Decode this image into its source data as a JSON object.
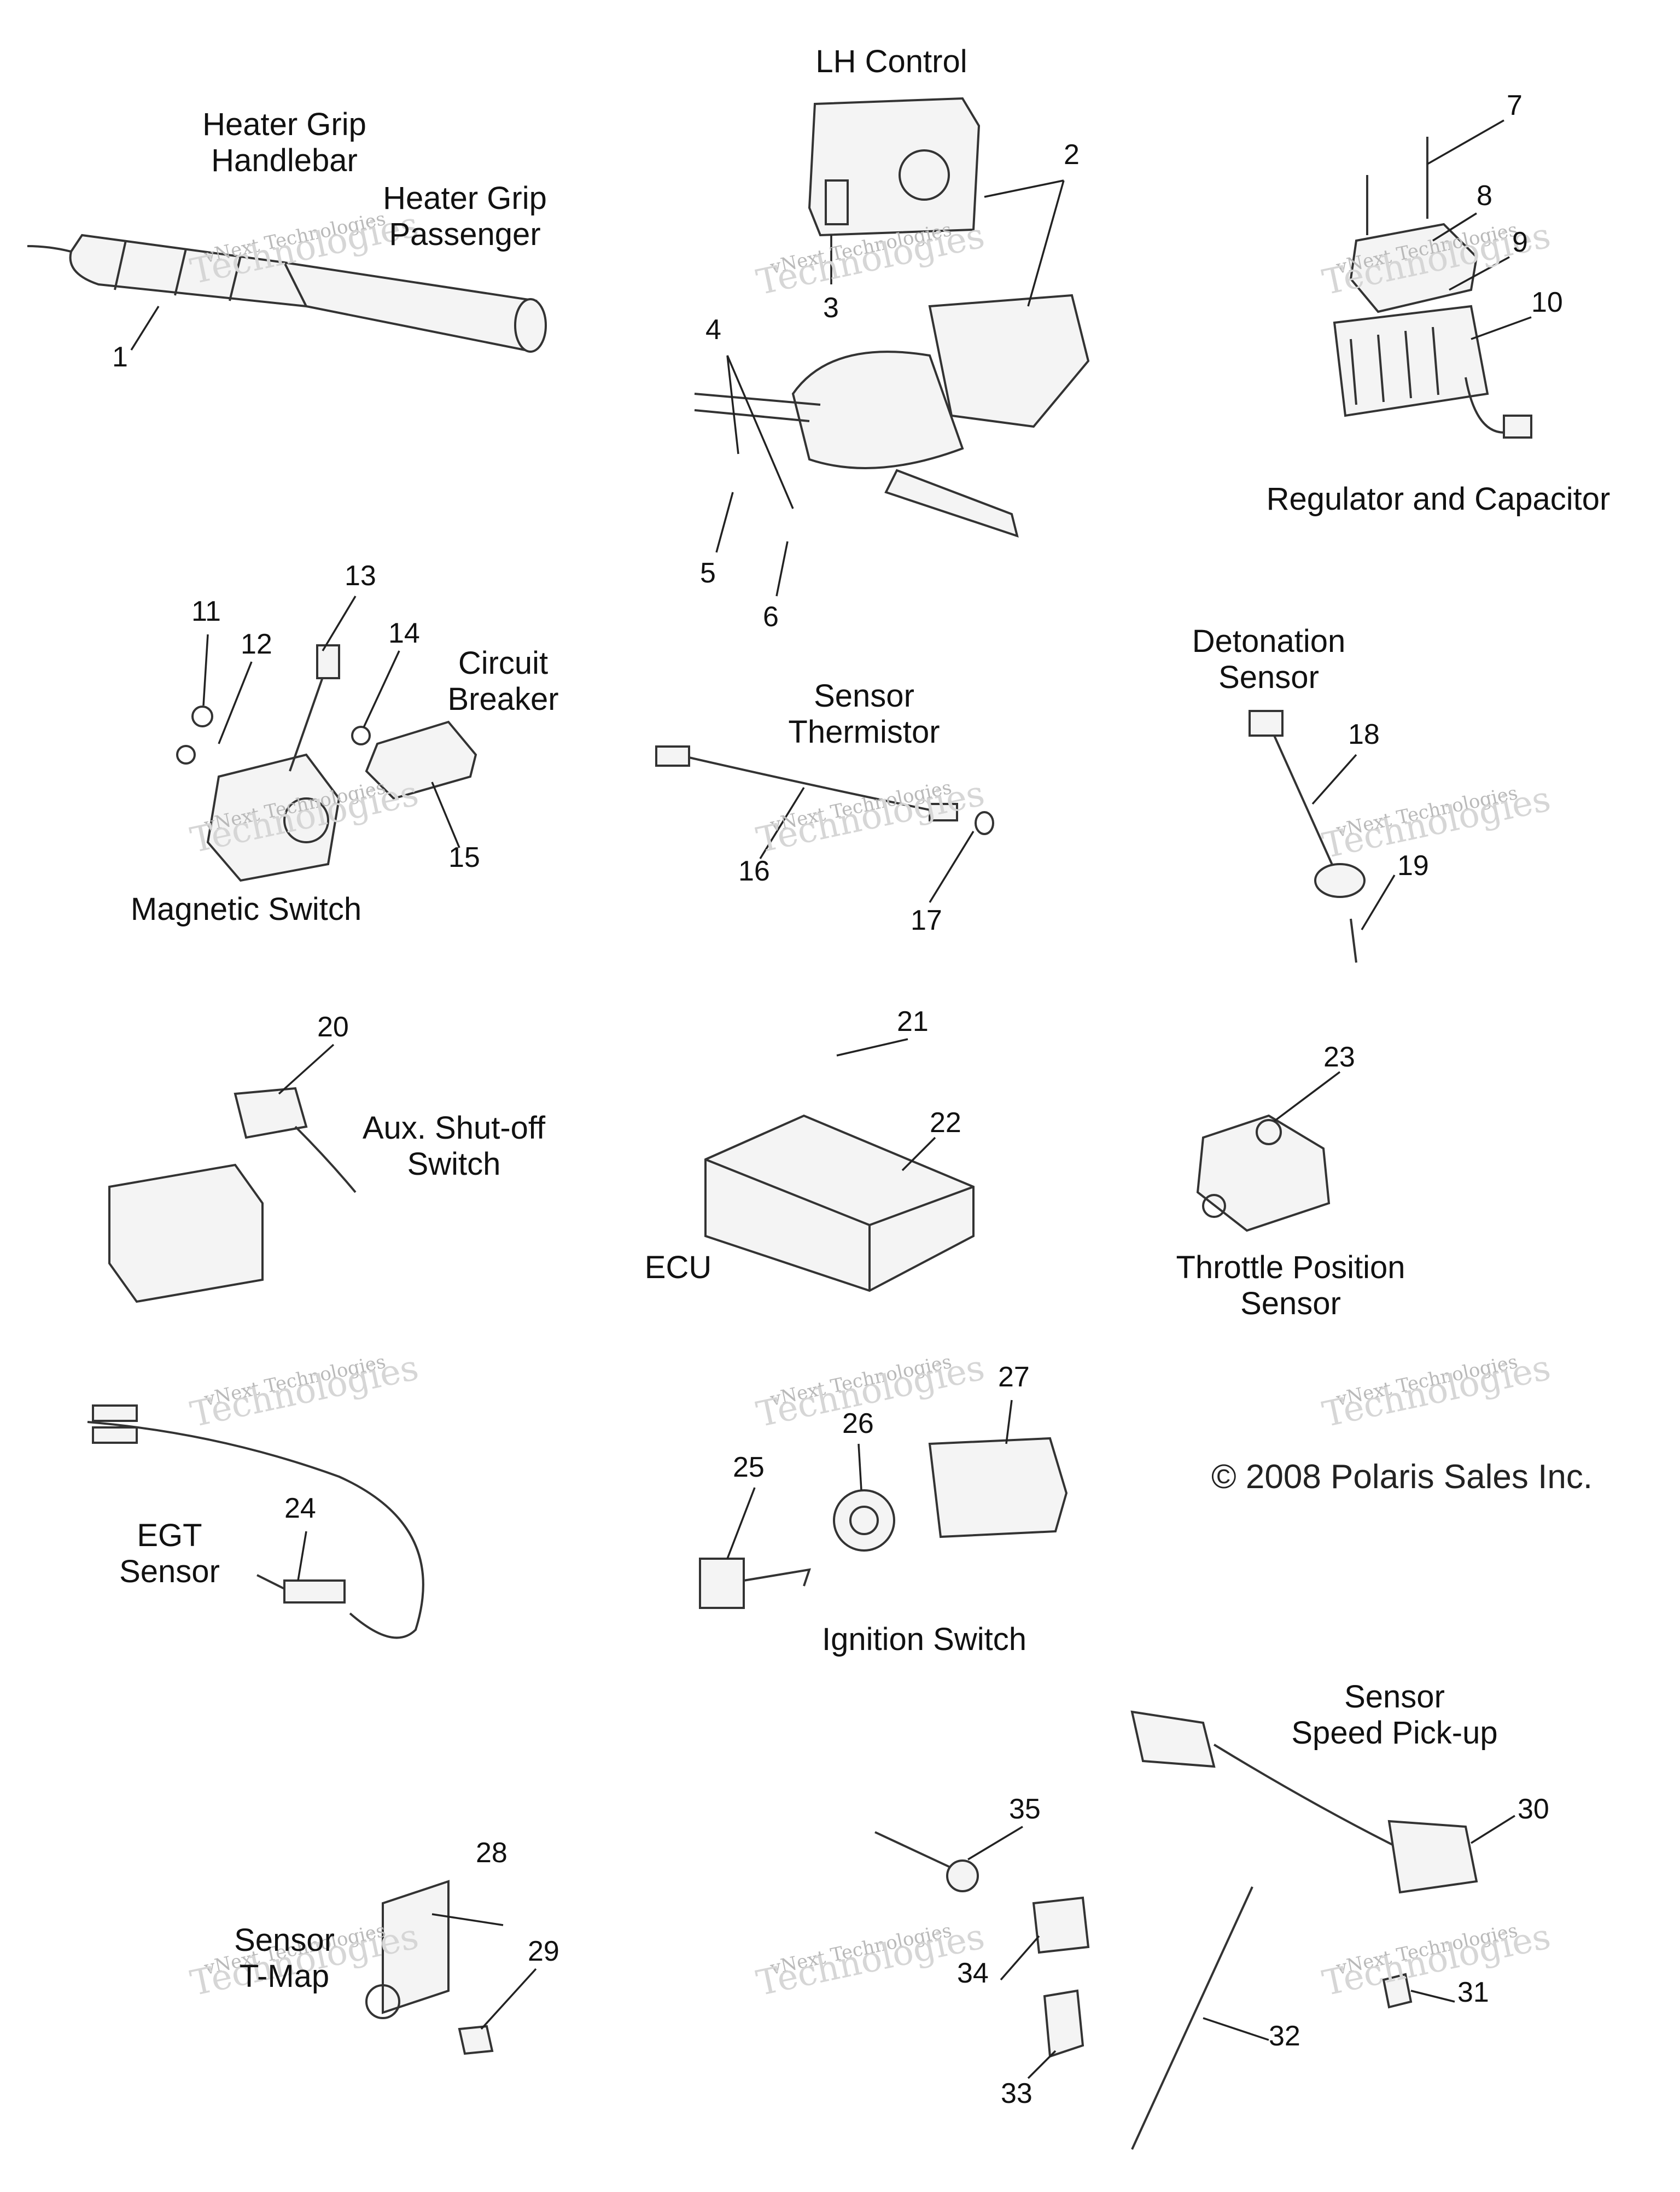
{
  "labels": {
    "heater_grip_handlebar": [
      "Heater Grip",
      "Handlebar"
    ],
    "heater_grip_passenger": [
      "Heater Grip",
      "Passenger"
    ],
    "lh_control": [
      "LH Control"
    ],
    "regulator_and_capacitor": [
      "Regulator and Capacitor"
    ],
    "circuit_breaker": [
      "Circuit",
      "Breaker"
    ],
    "magnetic_switch": [
      "Magnetic Switch"
    ],
    "sensor_thermistor": [
      "Sensor",
      "Thermistor"
    ],
    "detonation_sensor": [
      "Detonation",
      "Sensor"
    ],
    "aux_shutoff_switch": [
      "Aux. Shut-off",
      "Switch"
    ],
    "ecu": [
      "ECU"
    ],
    "throttle_position_sensor": [
      "Throttle Position",
      "Sensor"
    ],
    "egt_sensor": [
      "EGT",
      "Sensor"
    ],
    "ignition_switch": [
      "Ignition Switch"
    ],
    "sensor_speed_pickup": [
      "Sensor",
      "Speed Pick-up"
    ],
    "sensor_t_map": [
      "Sensor",
      "T-Map"
    ]
  },
  "part_numbers": [
    "1",
    "2",
    "3",
    "4",
    "5",
    "6",
    "7",
    "8",
    "9",
    "10",
    "11",
    "12",
    "13",
    "14",
    "15",
    "16",
    "17",
    "18",
    "19",
    "20",
    "21",
    "22",
    "23",
    "24",
    "25",
    "26",
    "27",
    "28",
    "29",
    "30",
    "31",
    "32",
    "33",
    "34",
    "35"
  ],
  "copyright": "© 2008 Polaris Sales Inc.",
  "watermark": {
    "line1": "vNext Technologies",
    "line2": "Technologies"
  },
  "colors": {
    "line": "#333333",
    "text": "#111111",
    "watermark": "#b9b9b9"
  }
}
